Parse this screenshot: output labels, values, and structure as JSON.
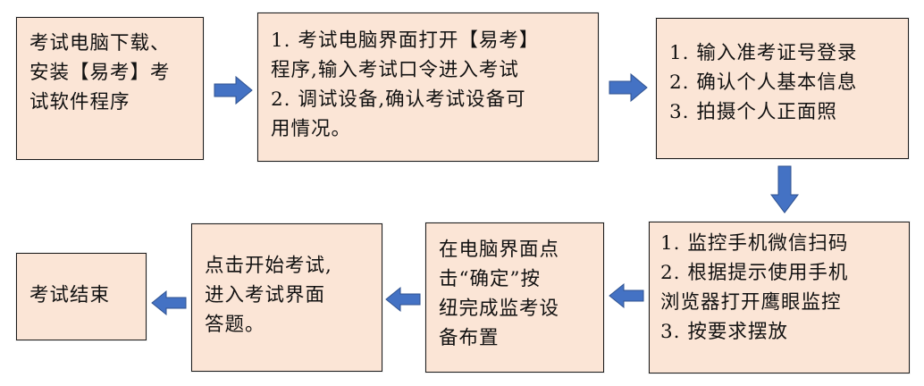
{
  "steps": [
    {
      "id": "download",
      "lines": [
        "考试电脑下载、",
        "安装【易考】考",
        "试软件程序"
      ]
    },
    {
      "id": "open-program",
      "lines": [
        "1. 考试电脑界面打开【易考】",
        "程序,输入考试口令进入考试",
        "2. 调试设备,确认考试设备可",
        "用情况。"
      ]
    },
    {
      "id": "login",
      "lines": [
        "1. 输入准考证号登录",
        "2. 确认个人基本信息",
        "3. 拍摄个人正面照"
      ]
    },
    {
      "id": "monitor-phone",
      "lines": [
        "1. 监控手机微信扫码",
        "2. 根据提示使用手机",
        "浏览器打开鹰眼监控",
        "3. 按要求摆放"
      ]
    },
    {
      "id": "confirm",
      "lines": [
        "在电脑界面点",
        "击“确定”按",
        "纽完成监考设",
        "备布置"
      ]
    },
    {
      "id": "start-exam",
      "lines": [
        "点击开始考试,",
        "进入考试界面",
        "答题。"
      ]
    },
    {
      "id": "end",
      "lines": [
        "考试结束"
      ]
    }
  ],
  "colors": {
    "box_fill": "#fbe5d6",
    "box_border": "#1a1a1a",
    "arrow": "#4472c4"
  }
}
